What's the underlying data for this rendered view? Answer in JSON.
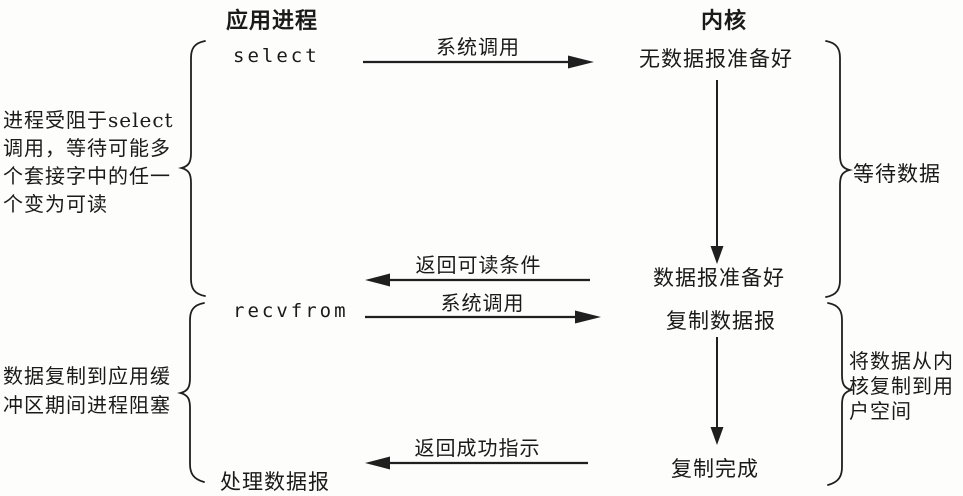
{
  "columns": {
    "app_header": "应用进程",
    "kernel_header": "内核"
  },
  "app": {
    "select_call": "select",
    "recvfrom_call": "recvfrom",
    "process_datagram": "处理数据报"
  },
  "kernel": {
    "no_datagram_ready": "无数据报准备好",
    "datagram_ready": "数据报准备好",
    "copy_datagram": "复制数据报",
    "copy_complete": "复制完成"
  },
  "arrows": {
    "syscall_1": "系统调用",
    "return_readable": "返回可读条件",
    "syscall_2": "系统调用",
    "return_success": "返回成功指示"
  },
  "braces": {
    "wait_for_data": "等待数据",
    "copy_note_lines": [
      "将数据从内",
      "核复制到用",
      "户空间"
    ]
  },
  "notes": {
    "select_block_lines": [
      "进程受阻于select",
      "调用，等待可能多",
      "个套接字中的任一",
      "个变为可读"
    ],
    "copy_block_lines": [
      "数据复制到应用缓",
      "冲区期间进程阻塞"
    ]
  },
  "colors": {
    "ink": "#1f1f1f",
    "background": "#fdfdfc"
  }
}
